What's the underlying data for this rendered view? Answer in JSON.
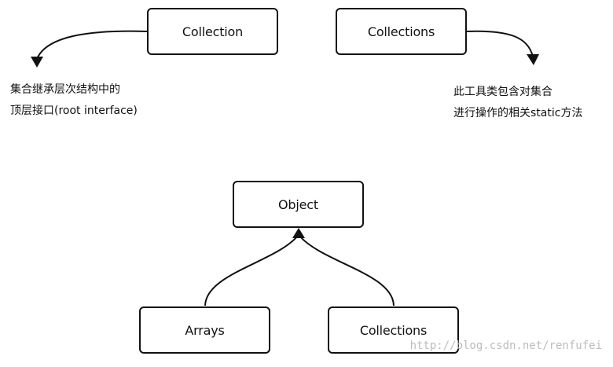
{
  "nodes": {
    "collection": "Collection",
    "collections_top": "Collections",
    "object": "Object",
    "arrays": "Arrays",
    "collections_bottom": "Collections"
  },
  "captions": {
    "left": [
      "集合继承层次结构中的",
      "顶层接口(root interface)"
    ],
    "right": [
      "此工具类包含对集合",
      "进行操作的相关static方法"
    ]
  },
  "watermark": "http://blog.csdn.net/renfufei",
  "colors": {
    "line": "#111111",
    "watermark": "#bcbcbc",
    "background": "#ffffff"
  }
}
